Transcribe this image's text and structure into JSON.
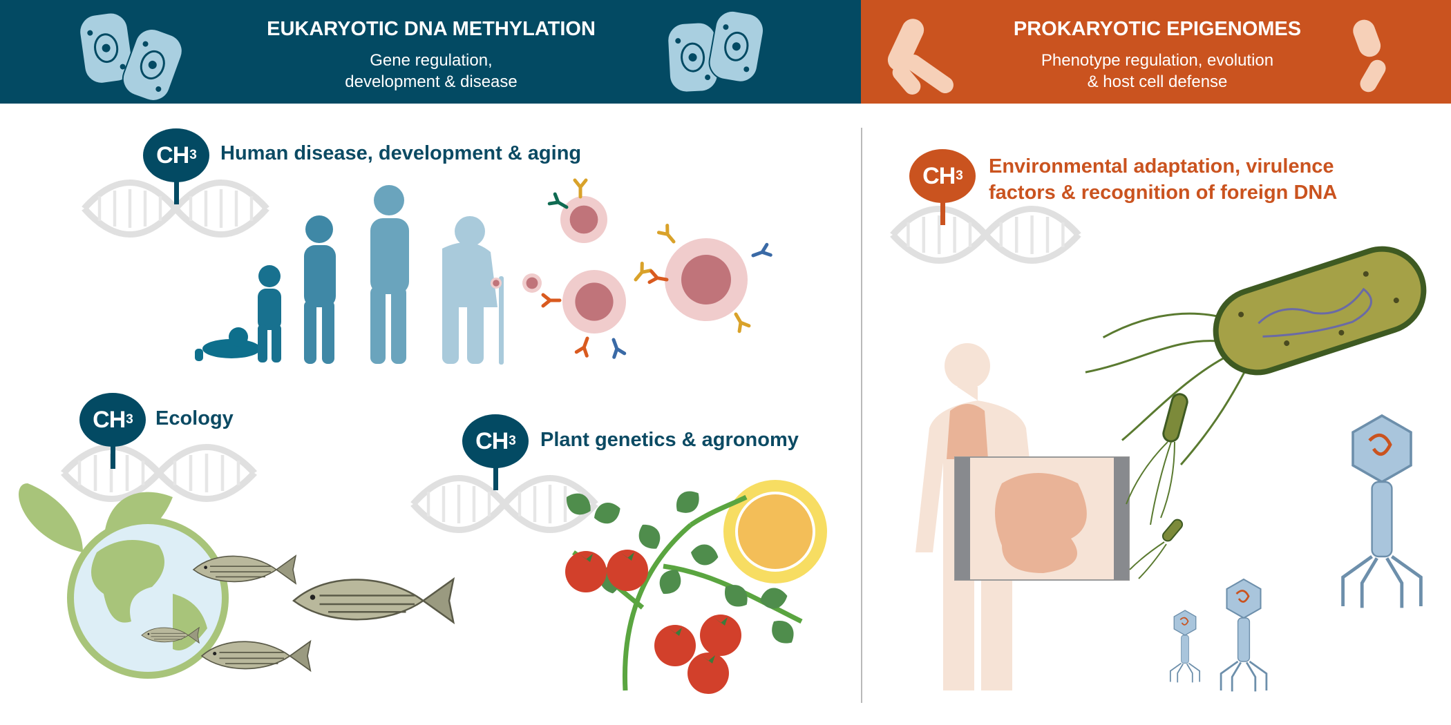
{
  "eukaryotic_header": {
    "title": "EUKARYOTIC DNA METHYLATION",
    "subtitle_line1": "Gene regulation,",
    "subtitle_line2": "development & disease"
  },
  "prokaryotic_header": {
    "title": "PROKARYOTIC EPIGENOMES",
    "subtitle_line1": "Phenotype regulation, evolution",
    "subtitle_line2": "& host cell defense"
  },
  "badge": {
    "text": "CH",
    "subscript": "3"
  },
  "sections": {
    "human": "Human disease, development & aging",
    "ecology": "Ecology",
    "plant": "Plant genetics & agronomy",
    "prokaryote_line1": "Environmental adaptation, virulence",
    "prokaryote_line2": "factors & recognition of foreign DNA"
  },
  "colors": {
    "eukaryote_blue": "#034a63",
    "prokaryote_orange": "#ca531f",
    "dna_gray": "#e2e2e2"
  }
}
